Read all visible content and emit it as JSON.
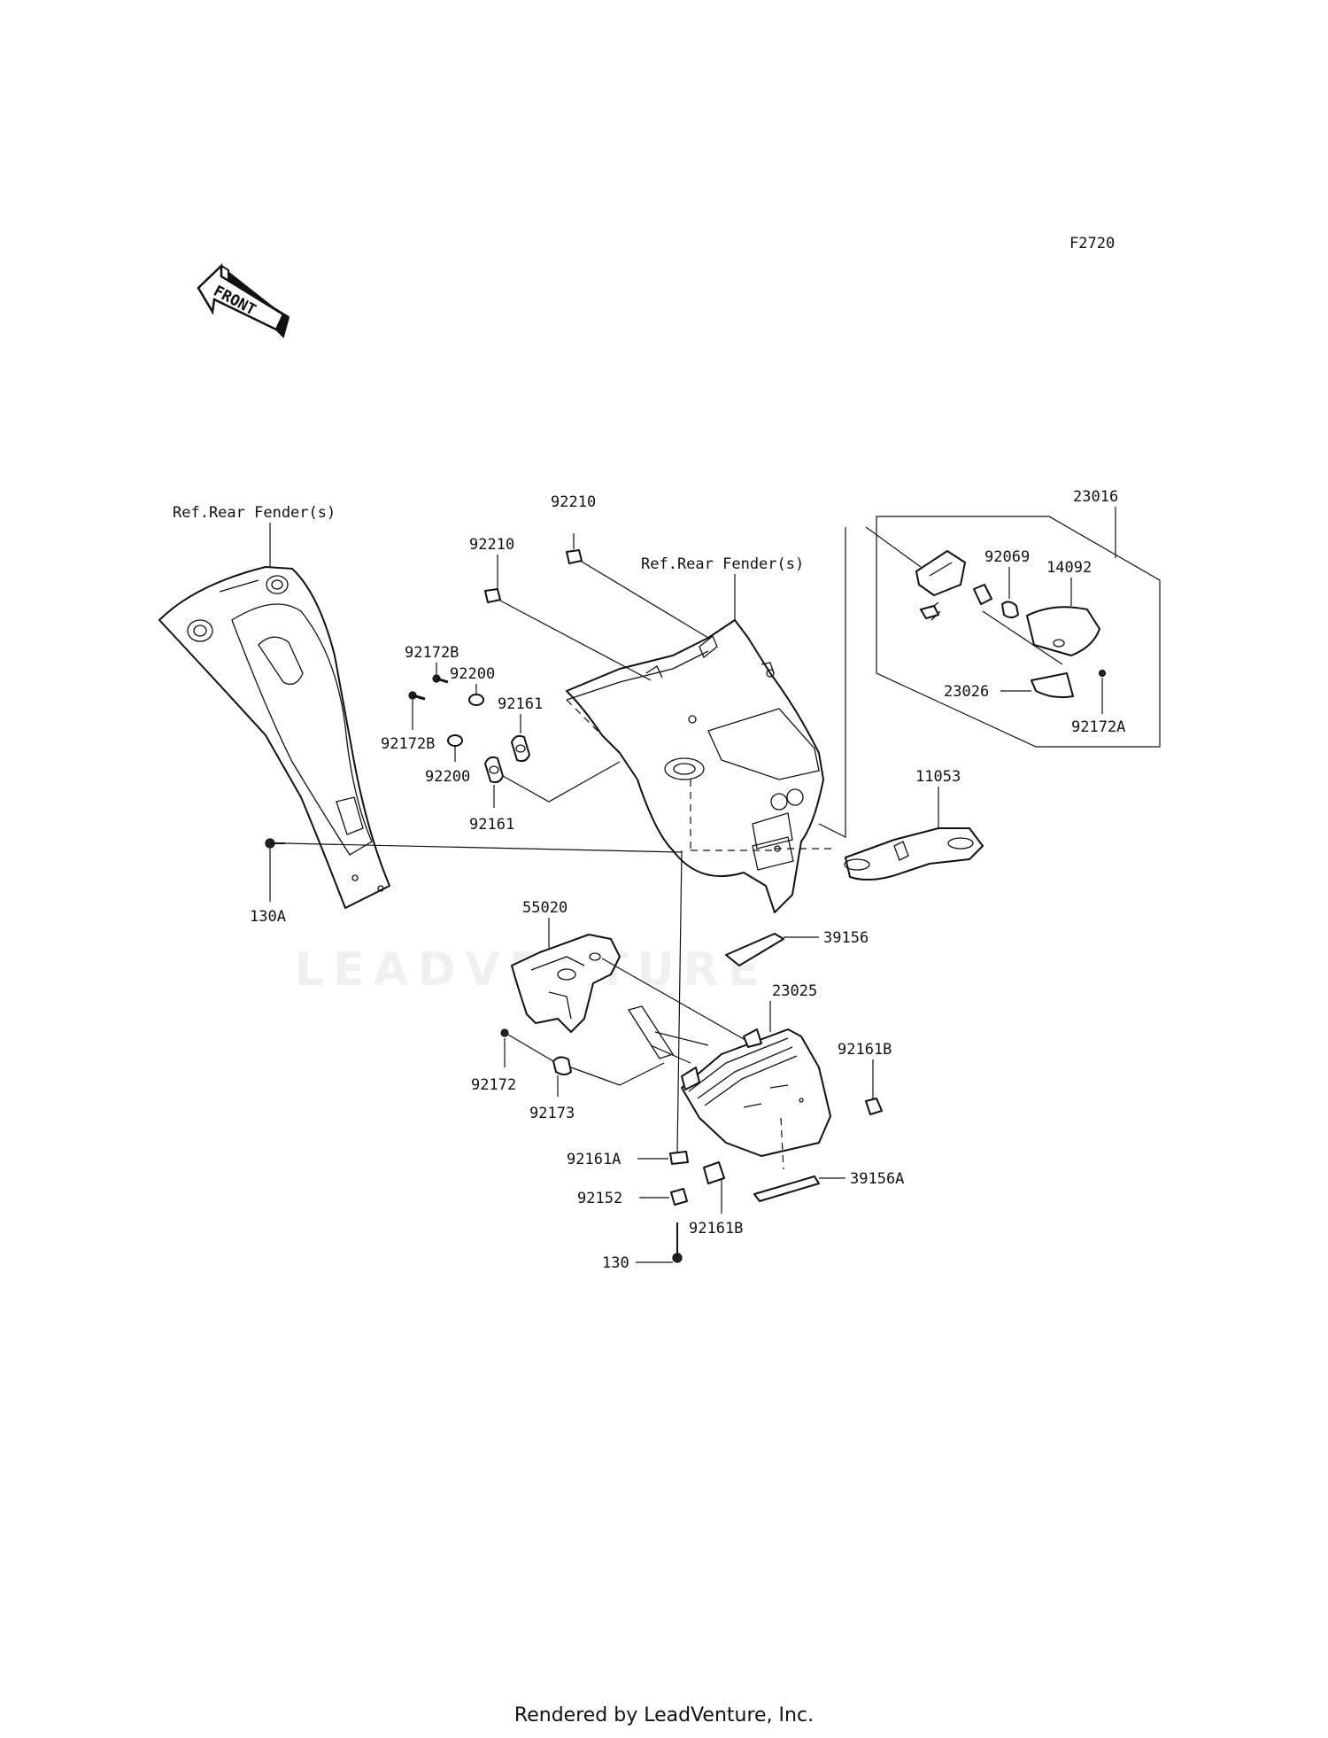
{
  "figure_code": "F2720",
  "front_arrow_text": "FRONT",
  "watermark_text": "LEADVENTURE",
  "footer": "Rendered by LeadVenture, Inc.",
  "callouts": {
    "ref_rear_fender_left": "Ref.Rear Fender(s)",
    "ref_rear_fender_right": "Ref.Rear Fender(s)",
    "p92210_top": "92210",
    "p92210_left": "92210",
    "p23016": "23016",
    "p92069": "92069",
    "p14092": "14092",
    "p23026": "23026",
    "p92172A": "92172A",
    "p92172B_top": "92172B",
    "p92200_top": "92200",
    "p92161_top": "92161",
    "p92172B_bottom": "92172B",
    "p92200_bottom": "92200",
    "p92161_bottom": "92161",
    "p11053": "11053",
    "p130A": "130A",
    "p55020": "55020",
    "p39156": "39156",
    "p23025": "23025",
    "p92161B_right": "92161B",
    "p92172": "92172",
    "p92173": "92173",
    "p92161A": "92161A",
    "p39156A": "39156A",
    "p92152": "92152",
    "p92161B_bottom": "92161B",
    "p130": "130"
  }
}
